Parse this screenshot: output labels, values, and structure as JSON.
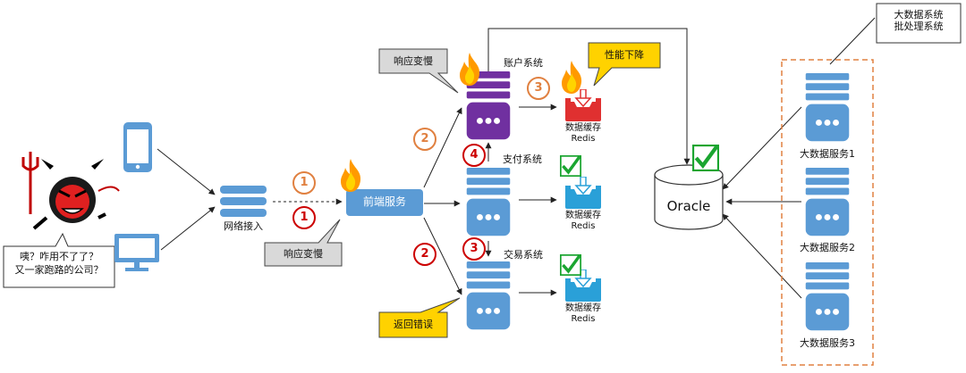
{
  "colors": {
    "server_blue": "#5b9bd5",
    "account_purple": "#7030a0",
    "cache_red": "#e03030",
    "cache_blue": "#2aa0d8",
    "warning_red": "#cc0000",
    "orange": "#e08040",
    "yellow": "#ffd200",
    "callout_gray": "#d9d9d9",
    "check_green": "#1aa530"
  },
  "user": {
    "speech_line1": "咦？咋用不了了？",
    "speech_line2": "又一家跑路的公司？"
  },
  "gateway": {
    "label": "网络接入"
  },
  "frontend": {
    "label": "前端服务",
    "callout": "响应变慢"
  },
  "steps": {
    "gateway_frontend_top": "1",
    "gateway_frontend_bottom": "1",
    "frontend_account": "2",
    "frontend_trade": "2",
    "account_payment": "4",
    "payment_trade": "3",
    "account_cache": "3"
  },
  "services": {
    "account": {
      "label": "账户系统",
      "callout": "响应变慢"
    },
    "payment": {
      "label": "支付系统"
    },
    "trade": {
      "label": "交易系统",
      "callout": "返回错误"
    }
  },
  "caches": [
    {
      "line1": "数据缓存",
      "line2": "Redis",
      "callout": "性能下降"
    },
    {
      "line1": "数据缓存",
      "line2": "Redis"
    },
    {
      "line1": "数据缓存",
      "line2": "Redis"
    }
  ],
  "database": {
    "label": "Oracle"
  },
  "bigdata": {
    "title_line1": "大数据系统",
    "title_line2": "批处理系统",
    "servers": [
      "大数据服务1",
      "大数据服务2",
      "大数据服务3"
    ]
  }
}
